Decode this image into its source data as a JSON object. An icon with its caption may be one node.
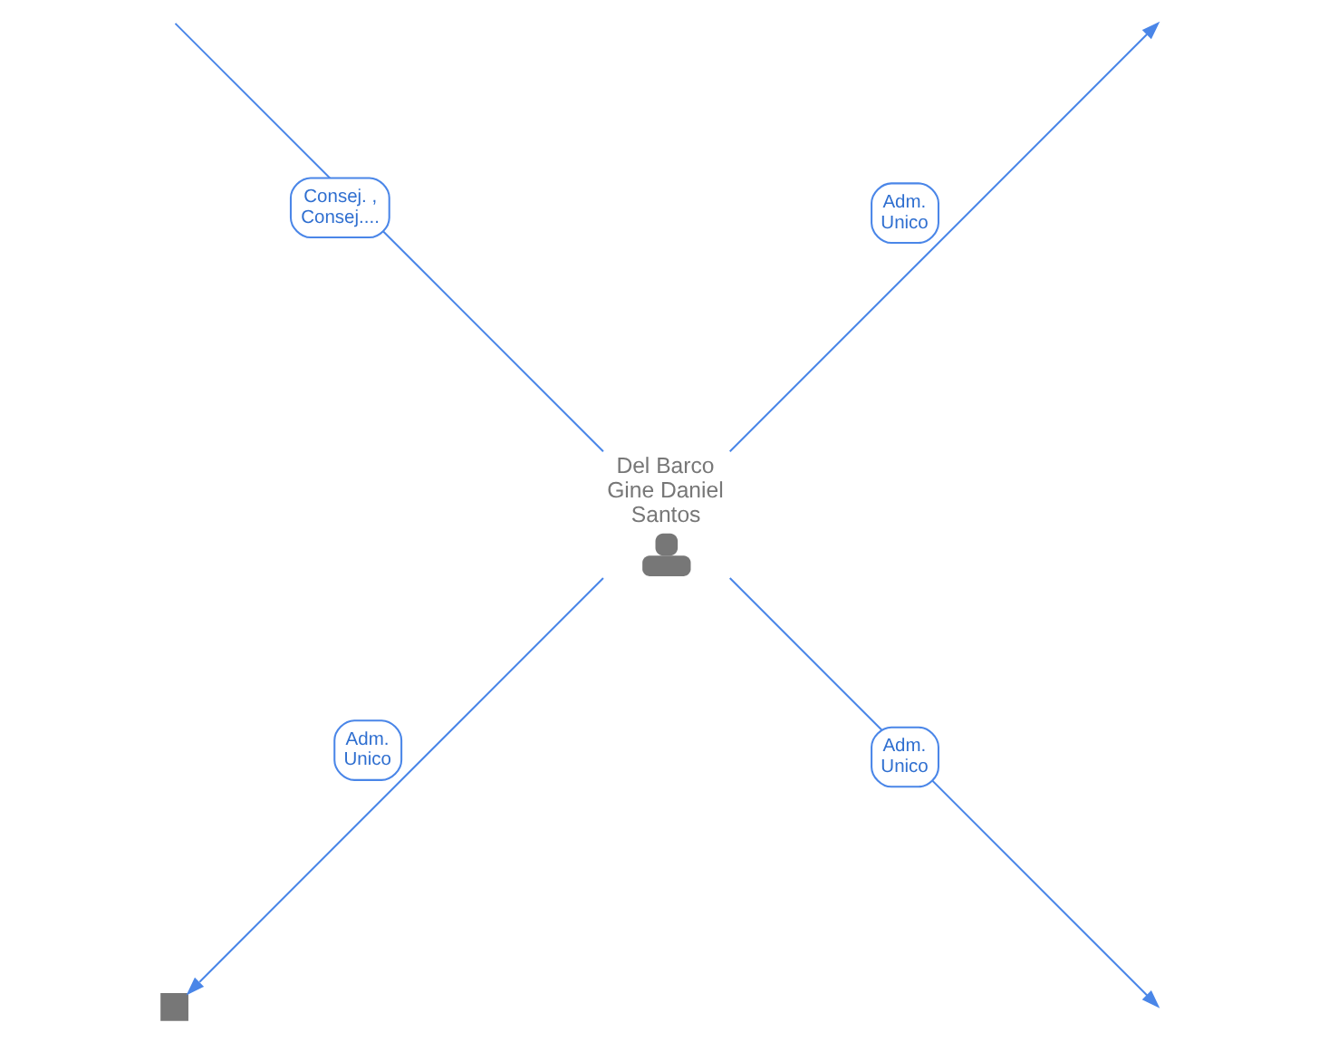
{
  "diagram": {
    "nodes": [
      {
        "text": [
          "Del Barco Gine Daniel Santos"
        ]
      },
      {
        "text": [],
        "shape": "box"
      }
    ],
    "edges": [
      {
        "from": 0,
        "to": null,
        "arrow": "none",
        "label": "Consej. , Consej...."
      },
      {
        "from": 0,
        "to": null,
        "arrow": "to",
        "label": "Adm. Unico"
      },
      {
        "from": 0,
        "to": 1,
        "arrow": "to",
        "label": "Adm. Unico"
      },
      {
        "from": 0,
        "to": null,
        "arrow": "to",
        "label": "Adm. Unico"
      }
    ]
  }
}
